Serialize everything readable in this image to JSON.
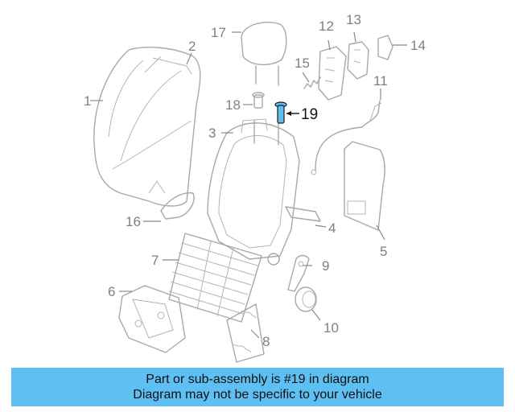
{
  "diagram": {
    "callouts": [
      "1",
      "2",
      "3",
      "4",
      "5",
      "6",
      "7",
      "8",
      "9",
      "10",
      "11",
      "12",
      "13",
      "14",
      "15",
      "16",
      "17",
      "18",
      "19"
    ],
    "highlight_color": "#5ebff2"
  },
  "banner": {
    "line1": "Part or sub-assembly is #19 in diagram",
    "line2": "Diagram may not be specific to your vehicle",
    "background": "#5ebff2"
  }
}
